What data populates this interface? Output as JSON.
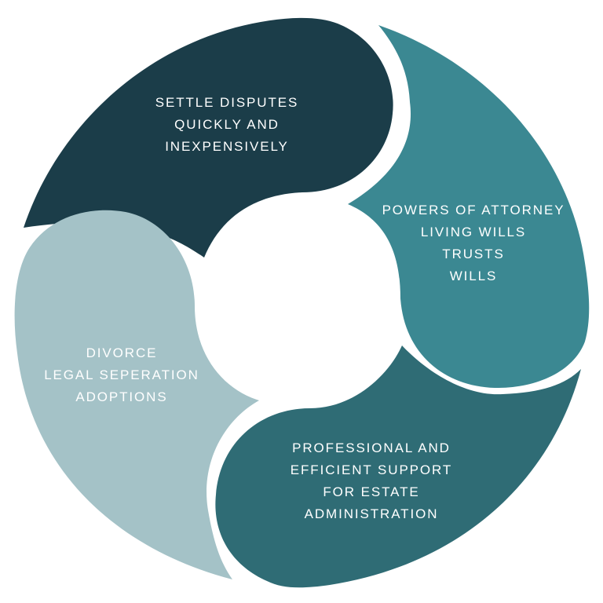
{
  "segments": [
    {
      "id": "top",
      "color": "#1b3d49",
      "lines": [
        "SETTLE DISPUTES",
        "QUICKLY AND",
        "INEXPENSIVELY"
      ]
    },
    {
      "id": "right",
      "color": "#3b8892",
      "lines": [
        "POWERS OF ATTORNEY",
        "LIVING WILLS",
        "TRUSTS",
        "WILLS"
      ]
    },
    {
      "id": "bottom",
      "color": "#2f6c75",
      "lines": [
        "PROFESSIONAL AND",
        "EFFICIENT SUPPORT",
        "FOR ESTATE",
        "ADMINISTRATION"
      ]
    },
    {
      "id": "left",
      "color": "#a4c2c7",
      "lines": [
        "DIVORCE",
        "LEGAL SEPERATION",
        "ADOPTIONS"
      ]
    }
  ]
}
